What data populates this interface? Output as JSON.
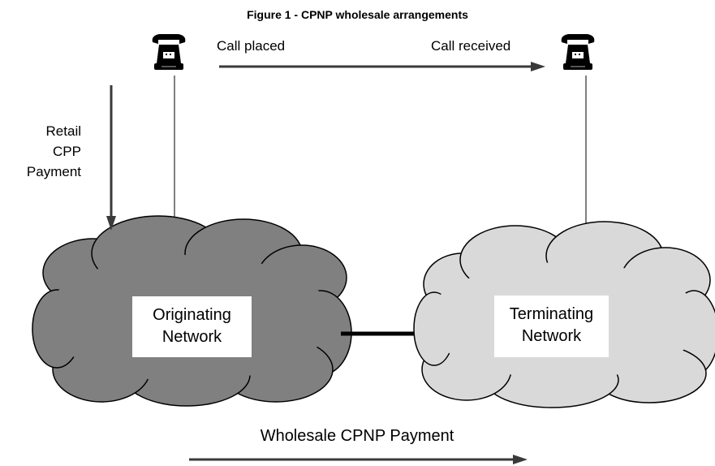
{
  "figure": {
    "title": "Figure 1 - CPNP wholesale arrangements"
  },
  "labels": {
    "call_placed": "Call placed",
    "call_received": "Call received",
    "retail_payment": [
      "Retail",
      "CPP",
      "Payment"
    ],
    "wholesale_payment": "Wholesale CPNP Payment"
  },
  "networks": {
    "originating": {
      "lines": [
        "Originating",
        "Network"
      ],
      "color": "#808080"
    },
    "terminating": {
      "lines": [
        "Terminating",
        "Network"
      ],
      "color": "#d9d9d9"
    }
  },
  "icons": {
    "caller": "telephone-icon",
    "receiver": "telephone-icon"
  }
}
